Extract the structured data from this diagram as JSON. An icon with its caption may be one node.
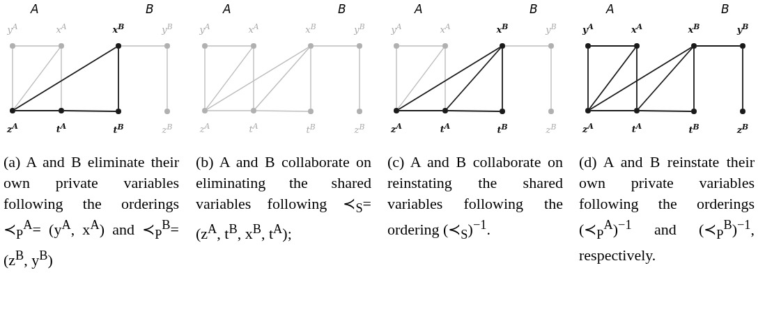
{
  "diagram": {
    "nodes": [
      {
        "text": [],
        "shape": "circle",
        "beside": [
          "y$^{A}$"
        ]
      },
      {
        "text": [],
        "shape": "circle",
        "beside": [
          "x$^{A}$"
        ]
      },
      {
        "text": [],
        "shape": "circle",
        "beside": [
          "x$^{B}$"
        ]
      },
      {
        "text": [],
        "shape": "circle",
        "beside": [
          "y$^{B}$"
        ]
      },
      {
        "text": [],
        "shape": "circle",
        "beside": [
          "z$^{A}$"
        ]
      },
      {
        "text": [],
        "shape": "circle",
        "beside": [
          "t$^{A}$"
        ]
      },
      {
        "text": [],
        "shape": "circle",
        "beside": [
          "t$^{B}$"
        ]
      },
      {
        "text": [],
        "shape": "circle",
        "beside": [
          "z$^{B}$"
        ]
      },
      {
        "text": [],
        "shape": "circle",
        "beside": [
          "y$^{A}$"
        ]
      },
      {
        "text": [],
        "shape": "circle",
        "beside": [
          "x$^{A}$"
        ]
      },
      {
        "text": [],
        "shape": "circle",
        "beside": [
          "x$^{B}$"
        ]
      },
      {
        "text": [],
        "shape": "circle",
        "beside": [
          "y$^{B}$"
        ]
      },
      {
        "text": [],
        "shape": "circle",
        "beside": [
          "z$^{A}$"
        ]
      },
      {
        "text": [],
        "shape": "circle",
        "beside": [
          "t$^{A}$"
        ]
      },
      {
        "text": [],
        "shape": "circle",
        "beside": [
          "t$^{B}$"
        ]
      },
      {
        "text": [],
        "shape": "circle",
        "beside": [
          "z$^{B}$"
        ]
      },
      {
        "text": [],
        "shape": "circle",
        "beside": [
          "y$^{A}$"
        ]
      },
      {
        "text": [],
        "shape": "circle",
        "beside": [
          "x$^{A}$"
        ]
      },
      {
        "text": [],
        "shape": "circle",
        "beside": [
          "x$^{B}$"
        ]
      },
      {
        "text": [],
        "shape": "circle",
        "beside": [
          "y$^{B}$"
        ]
      },
      {
        "text": [],
        "shape": "circle",
        "beside": [
          "z$^{A}$"
        ]
      },
      {
        "text": [],
        "shape": "circle",
        "beside": [
          "t$^{A}$"
        ]
      },
      {
        "text": [],
        "shape": "circle",
        "beside": [
          "t$^{B}$"
        ]
      },
      {
        "text": [],
        "shape": "circle",
        "beside": [
          "z$^{B}$"
        ]
      },
      {
        "text": [],
        "shape": "circle",
        "beside": [
          "y$^{A}$"
        ]
      },
      {
        "text": [],
        "shape": "circle",
        "beside": [
          "x$^{A}$"
        ]
      },
      {
        "text": [],
        "shape": "circle",
        "beside": [
          "x$^{B}$"
        ]
      },
      {
        "text": [],
        "shape": "circle",
        "beside": [
          "y$^{B}$"
        ]
      },
      {
        "text": [],
        "shape": "circle",
        "beside": [
          "z$^{A}$"
        ]
      },
      {
        "text": [],
        "shape": "circle",
        "beside": [
          "t$^{A}$"
        ]
      },
      {
        "text": [],
        "shape": "circle",
        "beside": [
          "t$^{B}$"
        ]
      },
      {
        "text": [],
        "shape": "circle",
        "beside": [
          "z$^{B}$"
        ]
      }
    ],
    "edges": [
      {
        "from": 0,
        "to": 1,
        "arrow": "none"
      },
      {
        "from": 0,
        "to": 4,
        "arrow": "none"
      },
      {
        "from": 4,
        "to": 1,
        "arrow": "none"
      },
      {
        "from": 1,
        "to": 5,
        "arrow": "none"
      },
      {
        "from": 4,
        "to": 5,
        "arrow": "none",
        "color": "#1a1a1a"
      },
      {
        "from": 4,
        "to": 2,
        "arrow": "none",
        "color": "#1a1a1a"
      },
      {
        "from": 5,
        "to": 6,
        "arrow": "none",
        "color": "#1a1a1a"
      },
      {
        "from": 2,
        "to": 6,
        "arrow": "none",
        "color": "#1a1a1a"
      },
      {
        "from": 2,
        "to": 3,
        "arrow": "none"
      },
      {
        "from": 3,
        "to": 7,
        "arrow": "none"
      },
      {
        "from": 8,
        "to": 9,
        "arrow": "none"
      },
      {
        "from": 8,
        "to": 12,
        "arrow": "none"
      },
      {
        "from": 12,
        "to": 9,
        "arrow": "none"
      },
      {
        "from": 9,
        "to": 13,
        "arrow": "none"
      },
      {
        "from": 12,
        "to": 13,
        "arrow": "none"
      },
      {
        "from": 12,
        "to": 10,
        "arrow": "none"
      },
      {
        "from": 13,
        "to": 10,
        "arrow": "none"
      },
      {
        "from": 13,
        "to": 14,
        "arrow": "none"
      },
      {
        "from": 10,
        "to": 14,
        "arrow": "none"
      },
      {
        "from": 10,
        "to": 11,
        "arrow": "none"
      },
      {
        "from": 11,
        "to": 15,
        "arrow": "none"
      },
      {
        "from": 16,
        "to": 17,
        "arrow": "none"
      },
      {
        "from": 16,
        "to": 20,
        "arrow": "none"
      },
      {
        "from": 20,
        "to": 17,
        "arrow": "none"
      },
      {
        "from": 17,
        "to": 21,
        "arrow": "none"
      },
      {
        "from": 20,
        "to": 21,
        "arrow": "none",
        "color": "#1a1a1a"
      },
      {
        "from": 20,
        "to": 18,
        "arrow": "none",
        "color": "#1a1a1a"
      },
      {
        "from": 21,
        "to": 18,
        "arrow": "none",
        "color": "#1a1a1a"
      },
      {
        "from": 21,
        "to": 22,
        "arrow": "none",
        "color": "#1a1a1a"
      },
      {
        "from": 18,
        "to": 22,
        "arrow": "none",
        "color": "#1a1a1a"
      },
      {
        "from": 18,
        "to": 19,
        "arrow": "none"
      },
      {
        "from": 19,
        "to": 23,
        "arrow": "none"
      },
      {
        "from": 24,
        "to": 25,
        "arrow": "none",
        "color": "#1a1a1a"
      },
      {
        "from": 24,
        "to": 28,
        "arrow": "none",
        "color": "#1a1a1a"
      },
      {
        "from": 28,
        "to": 25,
        "arrow": "none",
        "color": "#1a1a1a"
      },
      {
        "from": 25,
        "to": 29,
        "arrow": "none",
        "color": "#1a1a1a"
      },
      {
        "from": 28,
        "to": 29,
        "arrow": "none",
        "color": "#1a1a1a"
      },
      {
        "from": 28,
        "to": 26,
        "arrow": "none",
        "color": "#1a1a1a"
      },
      {
        "from": 29,
        "to": 26,
        "arrow": "none",
        "color": "#1a1a1a"
      },
      {
        "from": 29,
        "to": 30,
        "arrow": "none",
        "color": "#1a1a1a"
      },
      {
        "from": 26,
        "to": 30,
        "arrow": "none",
        "color": "#1a1a1a"
      },
      {
        "from": 26,
        "to": 27,
        "arrow": "none",
        "color": "#1a1a1a"
      },
      {
        "from": 27,
        "to": 31,
        "arrow": "none",
        "color": "#1a1a1a"
      }
    ],
    "labels": [
      "A",
      "B",
      "A",
      "B",
      "A",
      "B",
      "A",
      "B",
      "(a) A and B eliminate their own private variables following the orderings ≺$_{P}$$^{A}$= (y$^{A}$, x$^{A}$) and ≺$_{P}$$^{B}$= (z$^{B}$, y$^{B}$)",
      "(b) A and B collaborate on eliminating the shared variables following ≺$_{S}$= (z$^{A}$, t$^{B}$, x$^{B}$, t$^{A}$);",
      "(c) A and B collaborate on reinstating the shared variables following the ordering (≺$_{S}$)$^{−1}$.",
      "(d) A and B reinstate their own private variables following the orderings (≺$_{P}$$^{A}$)$^{−1}$ and (≺$_{P}$$^{B}$)$^{−1}$, respectively."
    ]
  }
}
